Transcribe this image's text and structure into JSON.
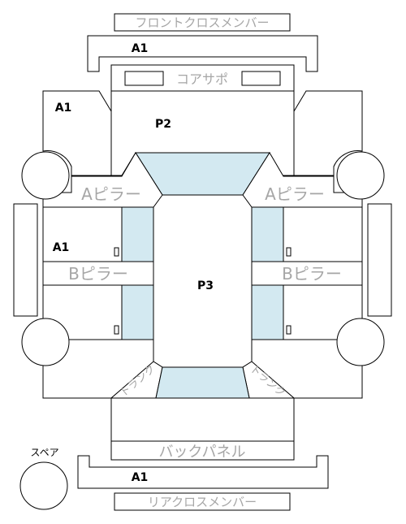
{
  "labels": {
    "front_cross_member": "フロントクロスメンバー",
    "rear_cross_member": "リアクロスメンバー",
    "core_support": "コアサポ",
    "a_pillar_left": "Aピラー",
    "a_pillar_right": "Aピラー",
    "b_pillar_left": "Bピラー",
    "b_pillar_right": "Bピラー",
    "back_panel": "バックパネル",
    "trunk_left": "トランク",
    "trunk_right": "トランク",
    "spare": "スペア"
  },
  "grades": {
    "front_cross": "A1",
    "left_fender": "A1",
    "left_door": "A1",
    "rear_cross": "A1",
    "hood": "P2",
    "roof": "P3"
  },
  "colors": {
    "glass": "#d3e9f1",
    "outline": "#000000",
    "label_gray": "#a6a6a6"
  }
}
